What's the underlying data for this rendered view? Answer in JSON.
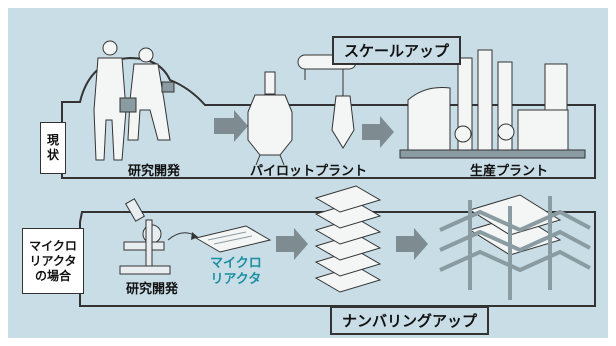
{
  "top_section": {
    "tag": "スケールアップ",
    "row_label": "現\n状",
    "captions": {
      "lab": "研究開発",
      "pilot": "パイロットプラント",
      "production": "生産プラント"
    }
  },
  "bottom_section": {
    "tag": "ナンバリングアップ",
    "row_label": "マイクロ\nリアクタ\nの場合",
    "captions": {
      "lab": "研究開発",
      "microreactor": "マイクロ\nリアクタ"
    }
  },
  "colors": {
    "background": "#c9dde6",
    "arrow": "#7e8b90",
    "teal_text": "#1a8fa3",
    "outline": "#333333"
  }
}
